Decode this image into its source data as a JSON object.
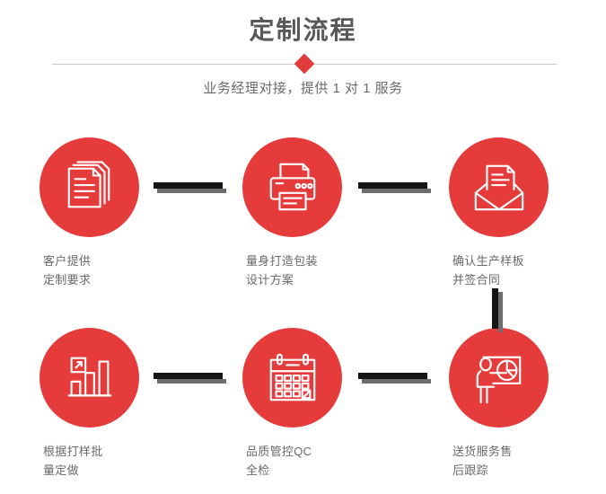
{
  "header": {
    "title": "定制流程",
    "subtitle": "业务经理对接，提供 1 对 1 服务",
    "divider_icon": "diamond-icon",
    "accent_color": "#e23b3b",
    "title_color": "#585858",
    "subtitle_color": "#6a6a6a",
    "divider_color": "#c9c9c9"
  },
  "flow": {
    "circle_color": "#e63b3b",
    "caption_color": "#6a6a6a",
    "connector_dark_color": "#151515",
    "connector_shadow_color": "#6d6d6d",
    "steps": [
      {
        "index": 1,
        "icon": "documents-stack-icon",
        "caption": "客户提供\n定制要求"
      },
      {
        "index": 2,
        "icon": "printer-icon",
        "caption": "量身打造包装\n设计方案"
      },
      {
        "index": 3,
        "icon": "open-envelope-letter-icon",
        "caption": "确认生产样板\n并签合同"
      },
      {
        "index": 4,
        "icon": "bar-chart-growth-icon",
        "caption": "根据打样批\n量定做"
      },
      {
        "index": 5,
        "icon": "calendar-check-icon",
        "caption": "品质管控QC\n全检"
      },
      {
        "index": 6,
        "icon": "presenter-pie-chart-icon",
        "caption": "送货服务售\n后跟踪"
      }
    ],
    "connectors": [
      {
        "id": "h1",
        "orientation": "horizontal",
        "from": 1,
        "to": 2
      },
      {
        "id": "h2",
        "orientation": "horizontal",
        "from": 2,
        "to": 3
      },
      {
        "id": "v1",
        "orientation": "vertical",
        "from": 3,
        "to": 6
      },
      {
        "id": "h3",
        "orientation": "horizontal",
        "from": 4,
        "to": 5
      },
      {
        "id": "h4",
        "orientation": "horizontal",
        "from": 5,
        "to": 6
      }
    ]
  }
}
